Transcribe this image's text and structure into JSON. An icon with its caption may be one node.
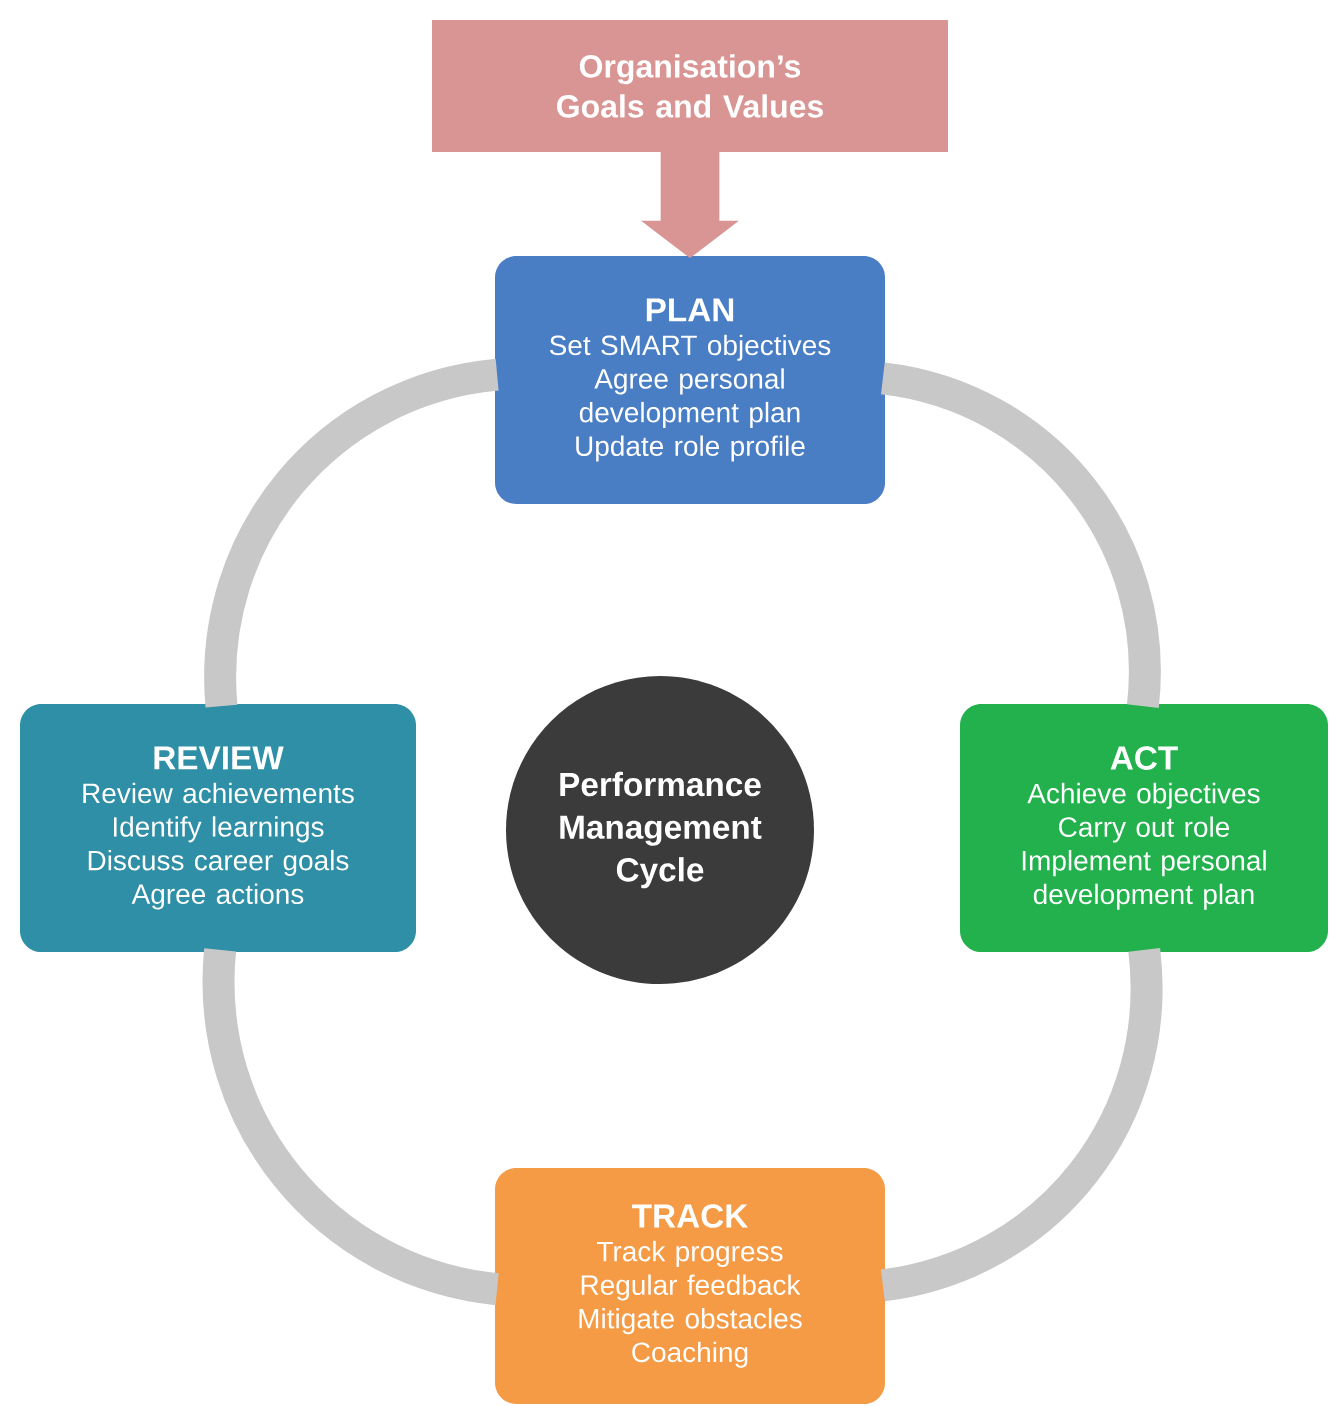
{
  "diagram": {
    "nodes": [
      {
        "text": [
          "Organisation’s Goals and Values"
        ]
      },
      {
        "text": [
          "PLAN",
          "Set SMART objectives",
          "Agree personal development plan",
          "Update role profile"
        ]
      },
      {
        "text": [
          "ACT",
          "Achieve objectives",
          "Carry out role",
          "Implement personal development plan"
        ]
      },
      {
        "text": [
          "TRACK",
          "Track progress",
          "Regular feedback",
          "Mitigate obstacles",
          "Coaching"
        ]
      },
      {
        "text": [
          "REVIEW",
          "Review achievements",
          "Identify learnings",
          "Discuss career goals",
          "Agree actions"
        ]
      },
      {
        "text": [
          "Performance Management Cycle"
        ]
      }
    ],
    "edges": [
      {
        "from": 0,
        "to": 1,
        "arrow": "to",
        "style": "thick",
        "color": "#d99594"
      },
      {
        "from": 1,
        "to": 2,
        "arrow": "none",
        "color": "#c8c8c8"
      },
      {
        "from": 2,
        "to": 3,
        "arrow": "none",
        "color": "#c8c8c8"
      },
      {
        "from": 3,
        "to": 4,
        "arrow": "none",
        "color": "#c8c8c8"
      },
      {
        "from": 4,
        "to": 1,
        "arrow": "none",
        "color": "#c8c8c8"
      }
    ]
  }
}
